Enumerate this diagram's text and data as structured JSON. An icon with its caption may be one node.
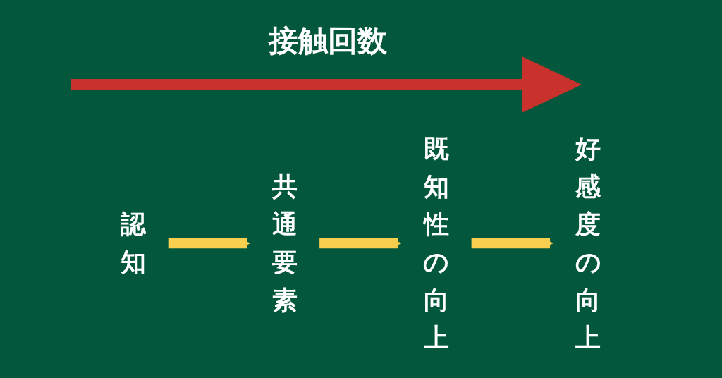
{
  "diagram": {
    "nodes": [
      {
        "text": [
          "認知"
        ]
      },
      {
        "text": [
          "共通要素"
        ]
      },
      {
        "text": [
          "既知性の向上"
        ]
      },
      {
        "text": [
          "好感度の向上"
        ]
      }
    ],
    "edges": [
      {
        "from": 0,
        "to": 1,
        "arrow": "to"
      },
      {
        "from": 1,
        "to": 2,
        "arrow": "to"
      },
      {
        "from": 2,
        "to": 3,
        "arrow": "to"
      }
    ],
    "labels": [
      "接触回数"
    ]
  }
}
